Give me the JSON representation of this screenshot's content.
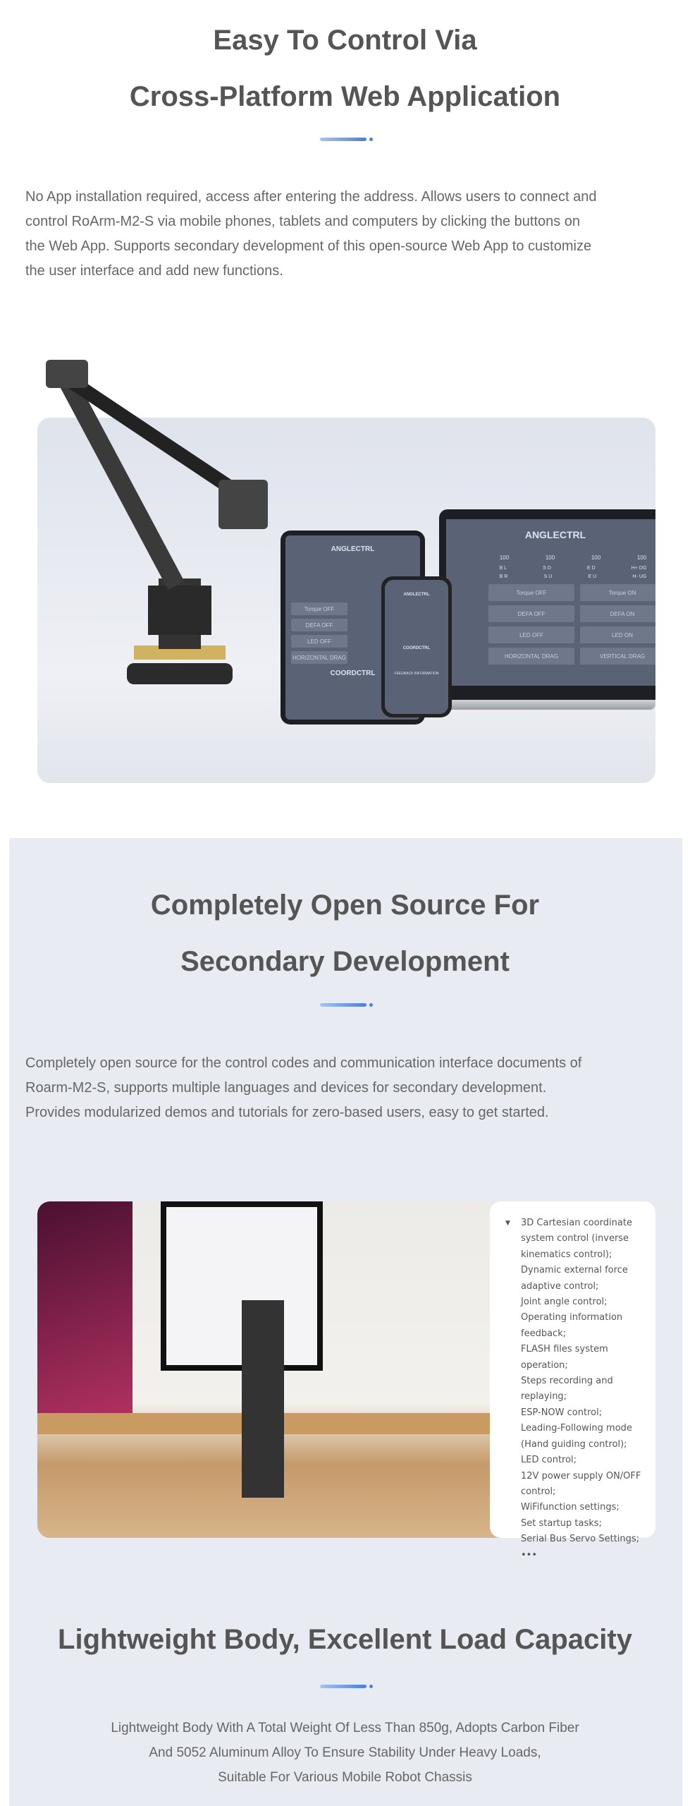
{
  "section1": {
    "title_line1": "Easy To Control Via",
    "title_line2": "Cross-Platform Web Application",
    "paragraph_lines": [
      "No App installation required, access after entering the address. Allows users to connect and",
      "control RoArm-M2-S via mobile phones, tablets and computers by clicking the buttons on",
      "the Web App. Supports secondary development of this open-source Web App to customize",
      "the user interface and add new functions."
    ],
    "image": {
      "tablet_header": "ANGLECTRL",
      "tablet_subheader": "COORDCTRL",
      "tablet_buttons": [
        "Torque OFF",
        "DEFA OFF",
        "LED OFF",
        "HORIZONTAL DRAG"
      ],
      "phone_header": "ANGLECTRL",
      "phone_subheader": "COORDCTRL",
      "phone_feedback": "FEEDBACK INFORMATION",
      "laptop_header": "ANGLECTRL",
      "laptop_values": [
        "100",
        "100",
        "100",
        "100"
      ],
      "laptop_joint_top": [
        "B L",
        "S D",
        "E D",
        "H+ DG"
      ],
      "laptop_joint_bottom": [
        "B R",
        "S U",
        "E U",
        "H- UG"
      ],
      "laptop_buttons": [
        "Torque OFF",
        "Torque ON",
        "DEFA OFF",
        "DEFA ON",
        "LED OFF",
        "LED ON",
        "HORIZONTAL DRAG",
        "VERTICAL DRAG"
      ]
    }
  },
  "section2": {
    "background": "#e8ebf2",
    "title_line1": "Completely Open Source For",
    "title_line2": "Secondary Development",
    "paragraph_lines": [
      "Completely open source for the control codes and communication interface documents of",
      "Roarm-M2-S, supports multiple languages and devices for secondary development.",
      "Provides modularized demos and tutorials for zero-based users, easy to get started."
    ],
    "features_marker": "▼",
    "features": [
      "3D Cartesian coordinate system control (inverse kinematics control);",
      "Dynamic external force adaptive control;",
      "Joint angle control;",
      "Operating information feedback;",
      "FLASH files system operation;",
      "Steps recording and replaying;",
      "ESP-NOW control;",
      "Leading-Following mode (Hand guiding control);",
      "LED control;",
      "12V power supply ON/OFF control;",
      "WiFifunction settings;",
      "Set startup tasks;",
      "Serial Bus Servo Settings;"
    ],
    "features_more": "•••"
  },
  "section3": {
    "title": "Lightweight Body, Excellent Load Capacity",
    "paragraph_lines": [
      "Lightweight Body With A Total Weight Of Less Than 850g, Adopts Carbon Fiber",
      "And 5052 Aluminum Alloy To Ensure Stability Under Heavy Loads,",
      "Suitable For Various Mobile Robot Chassis"
    ]
  },
  "colors": {
    "heading": "#555555",
    "body_text": "#666666",
    "accent": "#4a7fd6",
    "screen": "#5a6276"
  }
}
